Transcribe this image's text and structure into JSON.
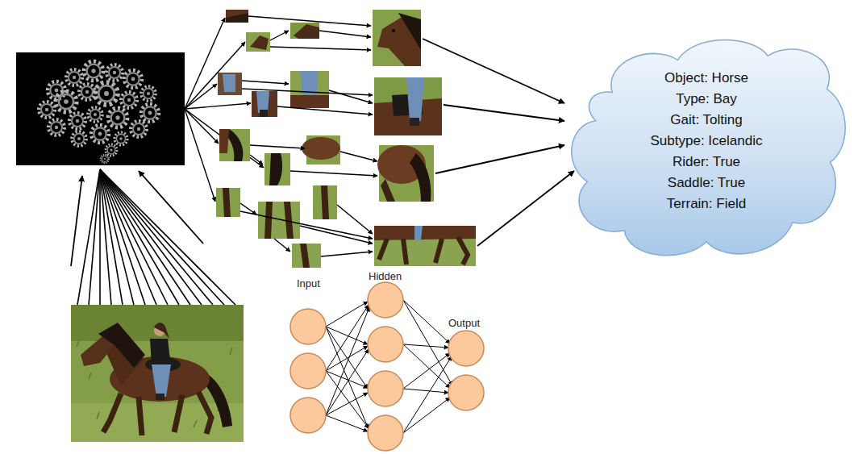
{
  "diagram": {
    "nodes": [
      {
        "text": [
          "Object: Horse",
          "Type: Bay",
          "Gait: Tolting",
          "Subtype: Icelandic",
          "Rider: True",
          "Saddle: True",
          "Terrain: Field"
        ]
      }
    ],
    "labels": [
      "Input",
      "Hidden",
      "Output"
    ]
  }
}
